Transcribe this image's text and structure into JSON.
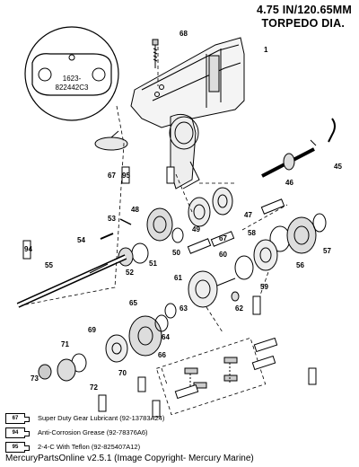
{
  "header": {
    "line1": "4.75 IN/120.65MM",
    "line2": "TORPEDO DIA."
  },
  "inset": {
    "line1": "1623-",
    "line2": "822442C3"
  },
  "callouts": [
    "68",
    "1",
    "45",
    "46",
    "67",
    "53",
    "48",
    "49",
    "47",
    "54",
    "50",
    "52",
    "51",
    "55",
    "58",
    "60",
    "57",
    "56",
    "61",
    "59",
    "62",
    "65",
    "63",
    "64",
    "66",
    "69",
    "70",
    "71",
    "72",
    "73"
  ],
  "lubricant_tags": [
    "67",
    "94",
    "95"
  ],
  "legend": [
    {
      "code": "67",
      "text": "Super Duty Gear Lubricant (92-13783A24)"
    },
    {
      "code": "94",
      "text": "Anti-Corrosion Grease (92-78376A6)"
    },
    {
      "code": "95",
      "text": "2-4-C With Teflon (92-825407A12)"
    }
  ],
  "footer": "MercuryPartsOnline v2.5.1 (Image Copyright- Mercury Marine)"
}
